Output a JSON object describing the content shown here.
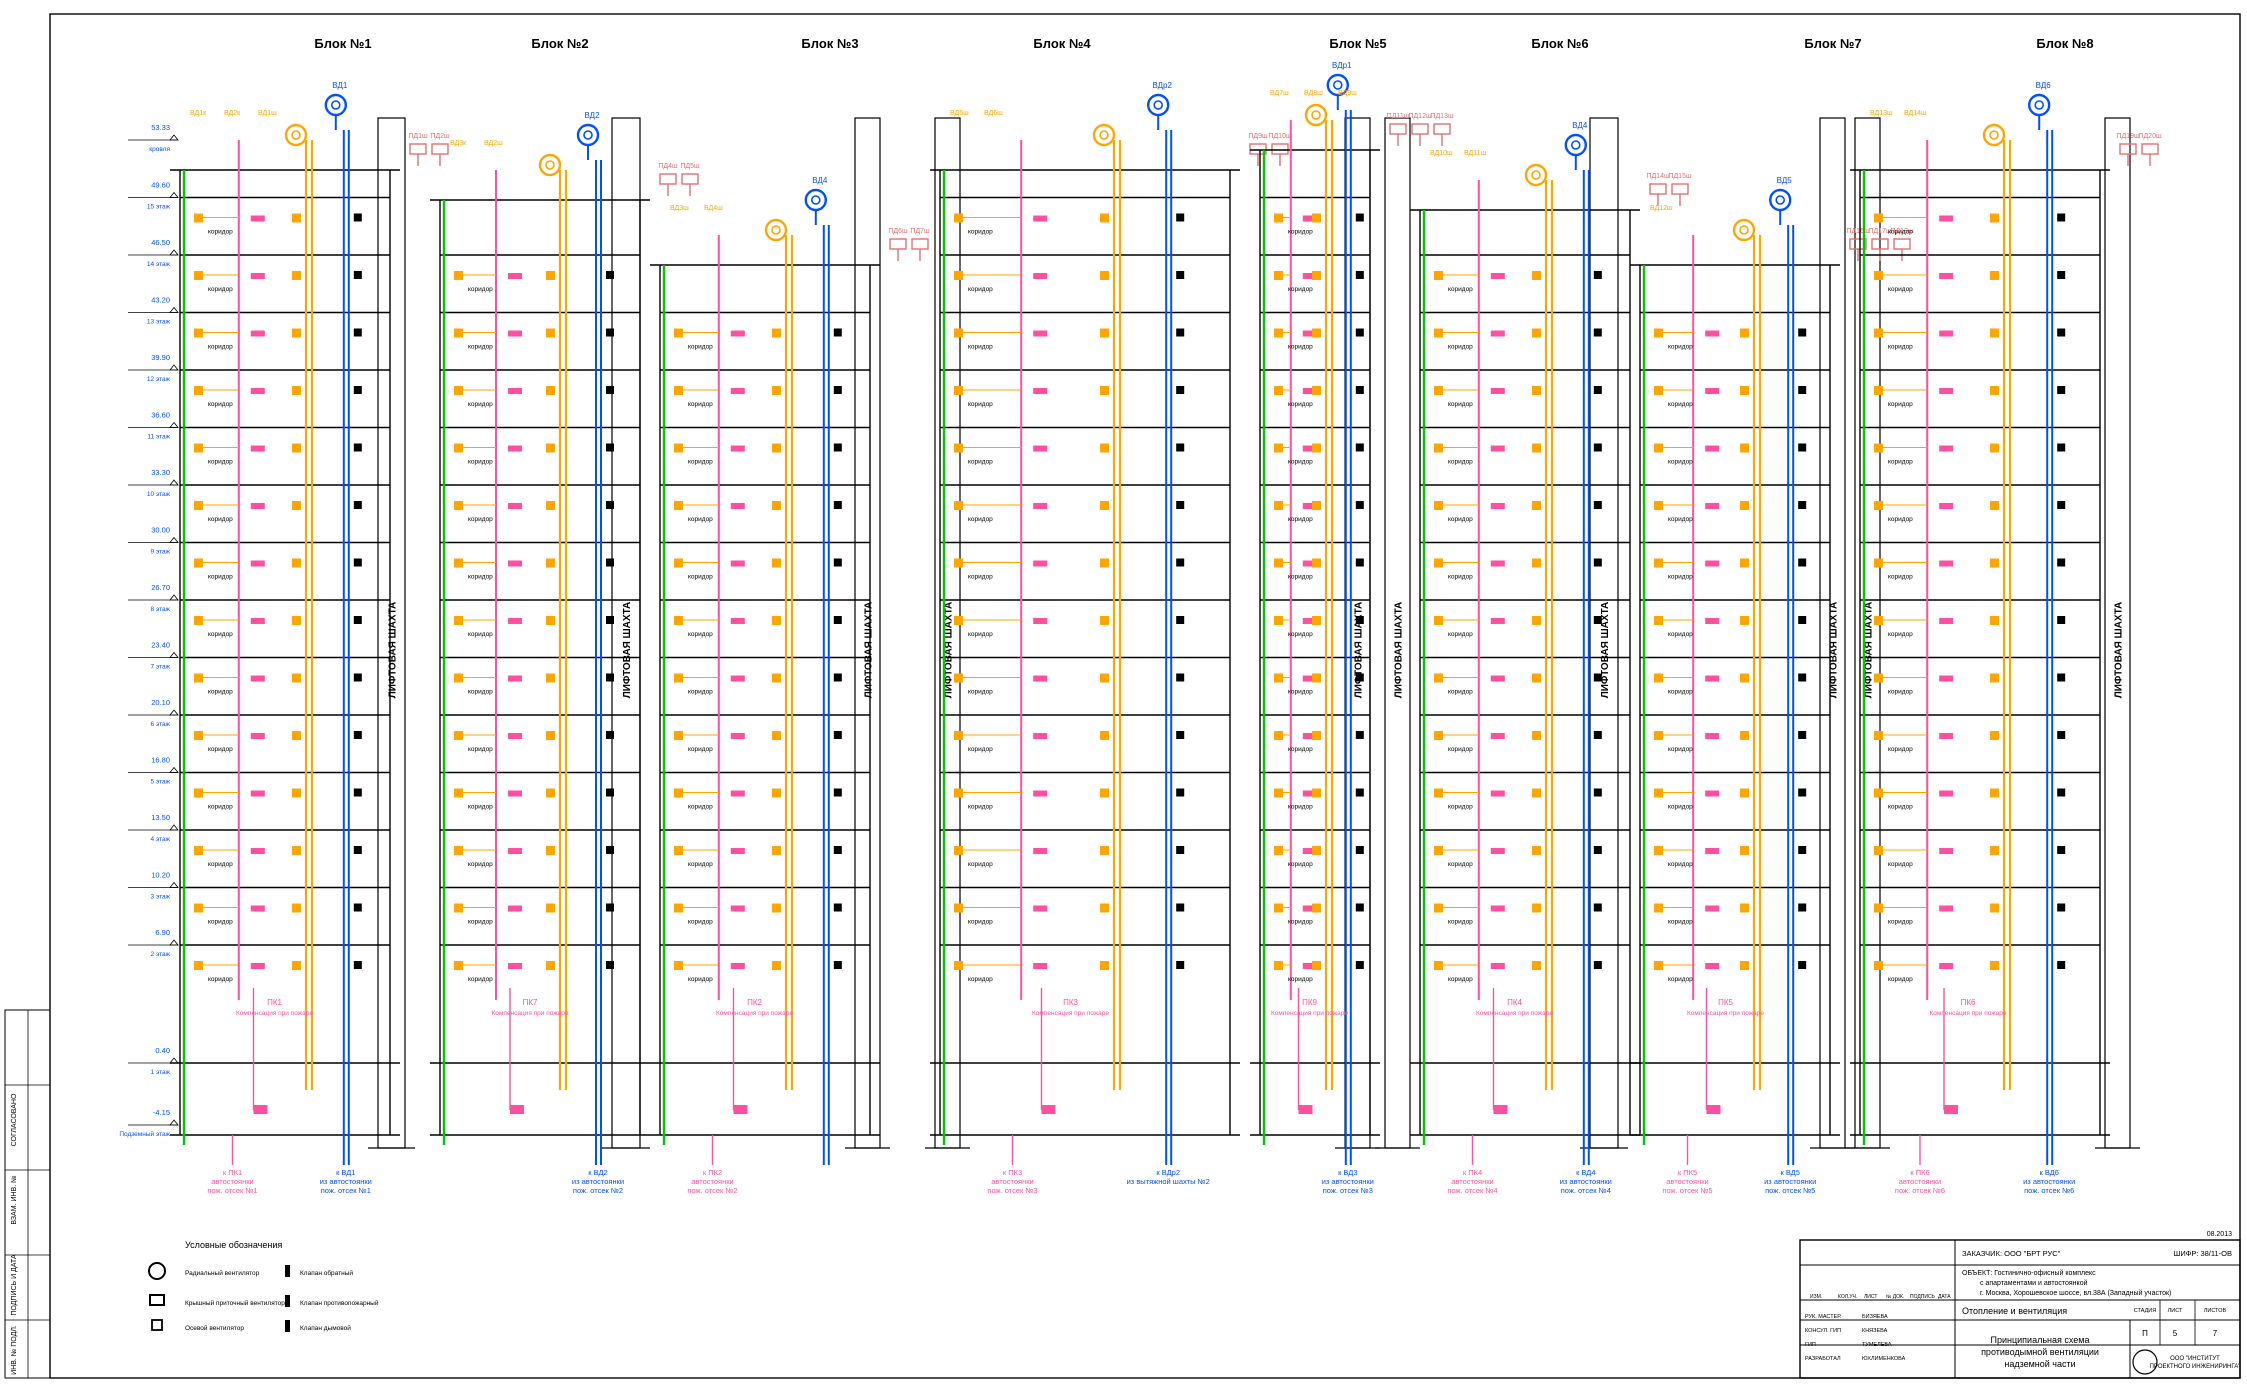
{
  "blocks": [
    "Блок №1",
    "Блок №2",
    "Блок №3",
    "Блок №4",
    "Блок №5",
    "Блок №6",
    "Блок №7",
    "Блок №8"
  ],
  "levels": [
    {
      "elev": "53.33",
      "floor": "кровля"
    },
    {
      "elev": "49.60",
      "floor": "15 этаж"
    },
    {
      "elev": "46.50",
      "floor": "14 этаж"
    },
    {
      "elev": "43.20",
      "floor": "13 этаж"
    },
    {
      "elev": "39.90",
      "floor": "12 этаж"
    },
    {
      "elev": "36.60",
      "floor": "11 этаж"
    },
    {
      "elev": "33.30",
      "floor": "10 этаж"
    },
    {
      "elev": "30.00",
      "floor": "9 этаж"
    },
    {
      "elev": "26.70",
      "floor": "8 этаж"
    },
    {
      "elev": "23.40",
      "floor": "7 этаж"
    },
    {
      "elev": "20.10",
      "floor": "6 этаж"
    },
    {
      "elev": "16.80",
      "floor": "5 этаж"
    },
    {
      "elev": "13.50",
      "floor": "4 этаж"
    },
    {
      "elev": "10.20",
      "floor": "3 этаж"
    },
    {
      "elev": "6.90",
      "floor": "2 этаж"
    },
    {
      "elev": "0.40",
      "floor": "1 этаж"
    },
    {
      "elev": "-4.15",
      "floor": "Подземный этаж"
    }
  ],
  "labels": {
    "shaft": "ЛИФТОВАЯ ШАХТА",
    "corridor": "коридор",
    "roof_mark": "кровля",
    "compensation": "Компенсация при пожаре"
  },
  "block_fans": [
    {
      "exhaust": "ВД1",
      "supply_roof": [
        "ПД1ш",
        "ПД2ш"
      ],
      "supply_left": [
        "ВД1к",
        "ВД2к",
        "ВД1ш"
      ],
      "bottom_left": "к ПК1 автостоянки пож. отсек №1",
      "bottom_right": "к ВД1 из автостоянки пож. отсек №1",
      "pk": "ПК1",
      "pk_note": "Компенсация при пожаре"
    },
    {
      "exhaust": "ВД2",
      "supply_roof": [
        "ПД4ш",
        "ПД5ш"
      ],
      "supply_left": [
        "ВД3к",
        "ВД2ш"
      ],
      "bottom_left": "",
      "bottom_right": "к ВД2 из автостоянки пож. отсек №2",
      "pk": "ПК7",
      "pk_note": "Компенсация при пожаре"
    },
    {
      "exhaust": "ВД4",
      "supply_roof": [
        "ПД6ш",
        "ПД7ш"
      ],
      "supply_left": [
        "ВД3ш",
        "ВД4ш"
      ],
      "bottom_left": "к ПК2 автостоянки пож. отсек №2",
      "bottom_right": "",
      "pk": "ПК2",
      "pk_note": "Компенсация при пожаре"
    },
    {
      "exhaust": "ВДр2",
      "supply_roof": [
        "ПД9ш",
        "ПД10ш"
      ],
      "supply_left": [
        "ВД5ш",
        "ВД6ш"
      ],
      "bottom_left": "к ПК3 автостоянки пож. отсек №3",
      "bottom_right": "к ВДр2 из вытяжной шахты №2",
      "pk": "ПК3",
      "pk_note": "Компенсация при пожаре"
    },
    {
      "exhaust": "ВДр1",
      "supply_roof": [
        "ПД11ш",
        "ПД12ш",
        "ПД13ш"
      ],
      "supply_left": [
        "ВД7ш",
        "ВД8ш",
        "ВД9ш"
      ],
      "bottom_left": "",
      "bottom_right": "к ВД3 из автостоянки пож. отсек №3",
      "pk": "ПК9",
      "pk_note": "Компенсация при пожаре"
    },
    {
      "exhaust": "ВД4",
      "supply_roof": [
        "ПД14ш",
        "ПД15ш"
      ],
      "supply_left": [
        "ВД10ш",
        "ВД11ш"
      ],
      "bottom_left": "к ПК4 автостоянки пож. отсек №4",
      "bottom_right": "к ВД4 из автостоянки пож. отсек №4",
      "pk": "ПК4",
      "pk_note": "Компенсация при пожаре"
    },
    {
      "exhaust": "ВД5",
      "supply_roof": [
        "ПД16ш",
        "ПД17ш",
        "ПД18ш"
      ],
      "supply_left": [
        "ВД12ш"
      ],
      "bottom_left": "к ПК5 автостоянки пож. отсек №5",
      "bottom_right": "к ВД5 из автостоянки пож. отсек №5",
      "pk": "ПК5",
      "pk_note": "Компенсация при пожаре"
    },
    {
      "exhaust": "ВД6",
      "supply_roof": [
        "ПД19ш",
        "ПД20ш"
      ],
      "supply_left": [
        "ВД13ш",
        "ВД14ш"
      ],
      "bottom_left": "к ПК6 автостоянки пож. отсек №6",
      "bottom_right": "к ВД6 из автостоянки пож. отсек №6",
      "pk": "ПК6",
      "pk_note": "Компенсация при пожаре"
    }
  ],
  "legend": {
    "title": "Условные обозначения",
    "items_left": [
      "Радиальный вентилятор",
      "Крышный приточный вентилятор",
      "Осевой вентилятор"
    ],
    "items_right": [
      "Клапан обратный",
      "Клапан противопожарный",
      "Клапан дымовой"
    ]
  },
  "stamp": {
    "date": "08.2013",
    "customer": "ЗАКАЗЧИК: ООО \"БРТ РУС\"",
    "code": "ШИФР: 38/11-ОВ",
    "object_line1": "ОБЪЕКТ: Гостинично-офисный комплекс",
    "object_line2": "с апартаментами и автостоянкой",
    "object_line3": "г. Москва, Хорошевское шоссе, вл.38А (Западный участок)",
    "section": "Отопление и вентиляция",
    "stage_h": "СТАДИЯ",
    "sheet_h": "ЛИСТ",
    "sheets_h": "ЛИСТОВ",
    "stage": "П",
    "sheet": "5",
    "sheets": "7",
    "title_line1": "Принципиальная схема",
    "title_line2": "противодымной вентиляции",
    "title_line3": "надземной части",
    "org": "ООО \"ИНСТИТУТ ПРОЕКТНОГО ИНЖЕНИРИНГА\"",
    "head_cols": [
      "ИЗМ.",
      "КОЛ.УЧ.",
      "ЛИСТ",
      "№ ДОК.",
      "ПОДПИСЬ",
      "ДАТА"
    ],
    "roles": [
      "РУК. МАСТЕР.",
      "КОНСУЛ. ГИП",
      "ГИП",
      "РАЗРАБОТАЛ"
    ],
    "names": [
      "БИЗЯЕВА",
      "КНЯЗЕВА",
      "ТУМЕЛЕВА",
      "ЮХЛИМЕНКОВА"
    ]
  },
  "side_stamp": [
    "СОГЛАСОВАНО",
    "ВЗАМ. ИНВ. №",
    "ПОДПИСЬ И ДАТА",
    "ИНВ. № ПОДЛ."
  ],
  "colors": {
    "frame": "#000000",
    "smoke": "#ff4fa0",
    "supply": "#ffa500",
    "exhaust": "#0050ff",
    "green": "#00c800",
    "valve": "#e07070"
  }
}
